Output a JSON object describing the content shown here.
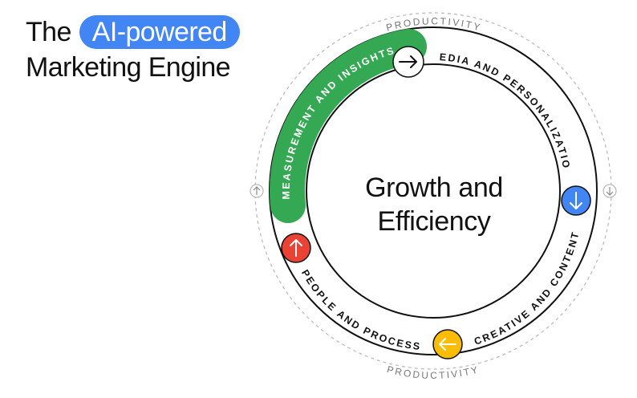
{
  "headline": {
    "prefix": "The",
    "highlight": "AI-powered",
    "line2": "Marketing Engine"
  },
  "center": {
    "line1": "Growth and",
    "line2": "Efficiency"
  },
  "ring": {
    "outer_label_top": "PRODUCTIVITY",
    "outer_label_bottom": "PRODUCTIVITY",
    "segments": [
      {
        "label": "MEASUREMENT AND INSIGHTS",
        "color": "#34A853",
        "highlighted": true
      },
      {
        "label": "MEDIA AND PERSONALIZATION",
        "color": "#4285F4"
      },
      {
        "label": "CREATIVE AND CONTENT",
        "color": "#FBBC04"
      },
      {
        "label": "PEOPLE AND PROCESS",
        "color": "#EA4335"
      }
    ]
  },
  "colors": {
    "blue": "#4285F4",
    "green": "#34A853",
    "yellow": "#FBBC04",
    "red": "#EA4335"
  },
  "icons": {
    "measurement": "arrow-right-icon",
    "media": "arrow-down-icon",
    "creative": "arrow-left-icon",
    "people": "arrow-up-icon",
    "productivity_left": "arrow-up-small-icon",
    "productivity_right": "arrow-down-small-icon"
  }
}
